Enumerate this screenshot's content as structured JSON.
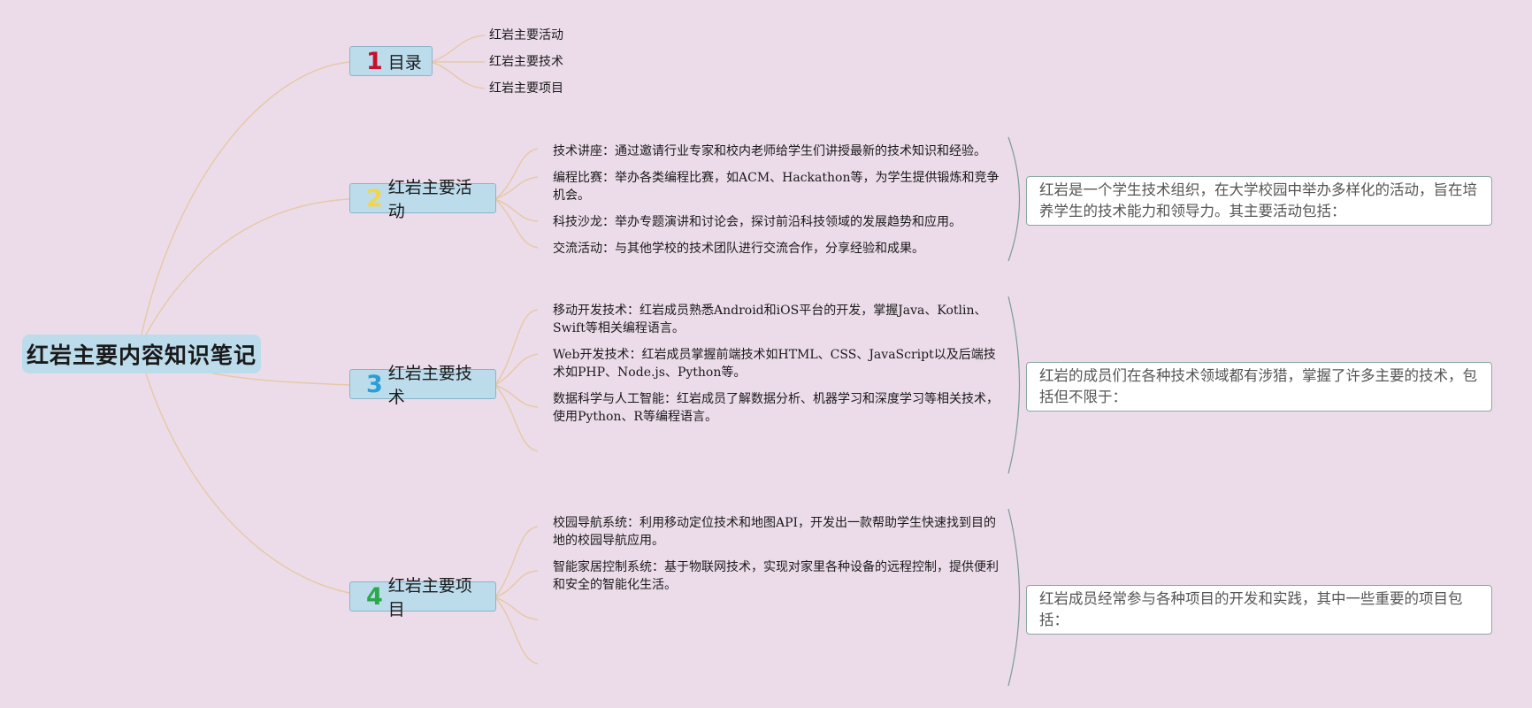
{
  "root": {
    "title": "红岩主要内容知识笔记"
  },
  "colors": {
    "background": "#ecdcea",
    "node_fill": "#bcdcec",
    "line": "#e6c9a8",
    "bracket": "#7a9a9a",
    "num1": "#c8102e",
    "num2": "#f5d547",
    "num3": "#2a9fd6",
    "num4": "#2ba84a"
  },
  "branches": [
    {
      "number": "1",
      "label": "目录",
      "items": [
        "红岩主要活动",
        "红岩主要技术",
        "红岩主要项目"
      ]
    },
    {
      "number": "2",
      "label": "红岩主要活动",
      "items": [
        "技术讲座：通过邀请行业专家和校内老师给学生们讲授最新的技术知识和经验。",
        "编程比赛：举办各类编程比赛，如ACM、Hackathon等，为学生提供锻炼和竞争机会。",
        "科技沙龙：举办专题演讲和讨论会，探讨前沿科技领域的发展趋势和应用。",
        "交流活动：与其他学校的技术团队进行交流合作，分享经验和成果。"
      ],
      "summary": "红岩是一个学生技术组织，在大学校园中举办多样化的活动，旨在培养学生的技术能力和领导力。其主要活动包括："
    },
    {
      "number": "3",
      "label": "红岩主要技术",
      "items": [
        "移动开发技术：红岩成员熟悉Android和iOS平台的开发，掌握Java、Kotlin、Swift等相关编程语言。",
        "Web开发技术：红岩成员掌握前端技术如HTML、CSS、JavaScript以及后端技术如PHP、Node.js、Python等。",
        "数据科学与人工智能：红岩成员了解数据分析、机器学习和深度学习等相关技术，使用Python、R等编程语言。"
      ],
      "summary": "红岩的成员们在各种技术领域都有涉猎，掌握了许多主要的技术，包括但不限于："
    },
    {
      "number": "4",
      "label": "红岩主要项目",
      "items": [
        "校园导航系统：利用移动定位技术和地图API，开发出一款帮助学生快速找到目的地的校园导航应用。",
        "智能家居控制系统：基于物联网技术，实现对家里各种设备的远程控制，提供便利和安全的智能化生活。"
      ],
      "summary": "红岩成员经常参与各种项目的开发和实践，其中一些重要的项目包括："
    }
  ]
}
